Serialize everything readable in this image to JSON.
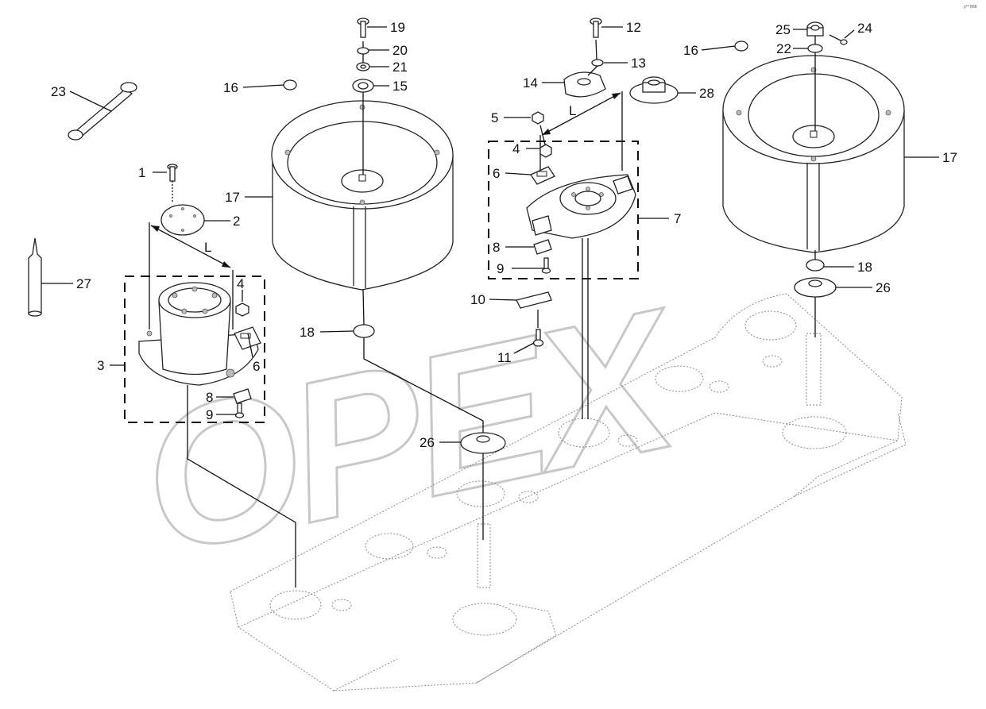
{
  "diagram": {
    "watermark": "OPEX",
    "corner_code": "p** 868",
    "dimension_label": "L",
    "callouts": [
      "1",
      "2",
      "3",
      "4",
      "4",
      "5",
      "6",
      "6",
      "7",
      "8",
      "8",
      "9",
      "9",
      "10",
      "11",
      "12",
      "13",
      "14",
      "15",
      "16",
      "16",
      "17",
      "17",
      "18",
      "18",
      "19",
      "20",
      "21",
      "22",
      "23",
      "24",
      "25",
      "26",
      "26",
      "27",
      "28"
    ]
  }
}
